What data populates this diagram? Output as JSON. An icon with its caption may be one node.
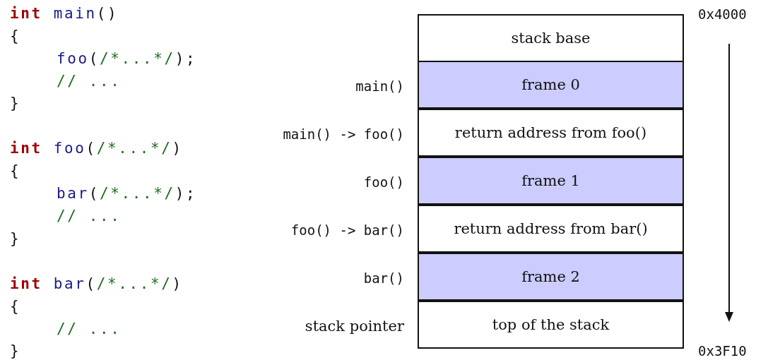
{
  "diagram": {
    "nodes": [
      {
        "text": [
          "stack base"
        ]
      },
      {
        "text": [
          "frame 0"
        ],
        "beside": [
          "main()"
        ]
      },
      {
        "text": [
          "return address from foo()"
        ],
        "beside": [
          "main() -> foo()"
        ]
      },
      {
        "text": [
          "frame 1"
        ],
        "beside": [
          "foo()"
        ]
      },
      {
        "text": [
          "return address from bar()"
        ],
        "beside": [
          "foo() -> bar()"
        ]
      },
      {
        "text": [
          "frame 2"
        ],
        "beside": [
          "bar()"
        ]
      },
      {
        "text": [
          "top of the stack"
        ],
        "beside": [
          "stack pointer"
        ]
      }
    ],
    "labels": [
      "int",
      "main",
      "()",
      "{",
      "foo",
      "(",
      "/*...*/",
      ");",
      "// ...",
      "}",
      "int",
      "foo",
      "(",
      "/*...*/",
      ")",
      "{",
      "bar",
      "(",
      "/*...*/",
      ");",
      "// ...",
      "}",
      "int",
      "bar",
      "(",
      "/*...*/",
      ")",
      "{",
      "// ...",
      "}",
      "0x4000",
      "0x3F10"
    ]
  }
}
